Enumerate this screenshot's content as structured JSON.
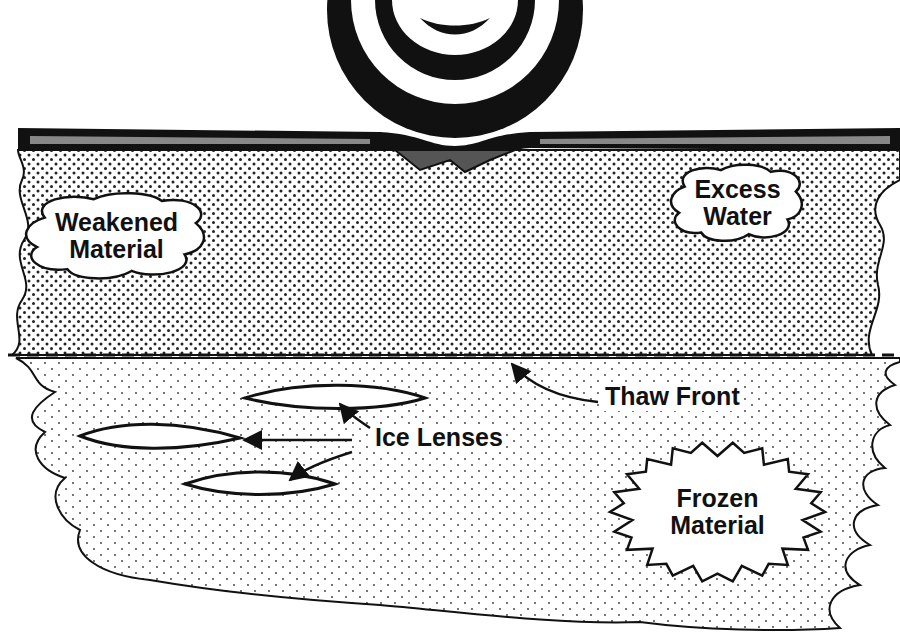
{
  "diagram": {
    "nodes": [
      {
        "text": [
          "Weakened Material"
        ]
      },
      {
        "text": [
          "Excess Water"
        ]
      },
      {
        "text": [
          "Frozen Material"
        ]
      }
    ],
    "labels": [
      "Thaw Front",
      "Ice Lenses"
    ]
  }
}
